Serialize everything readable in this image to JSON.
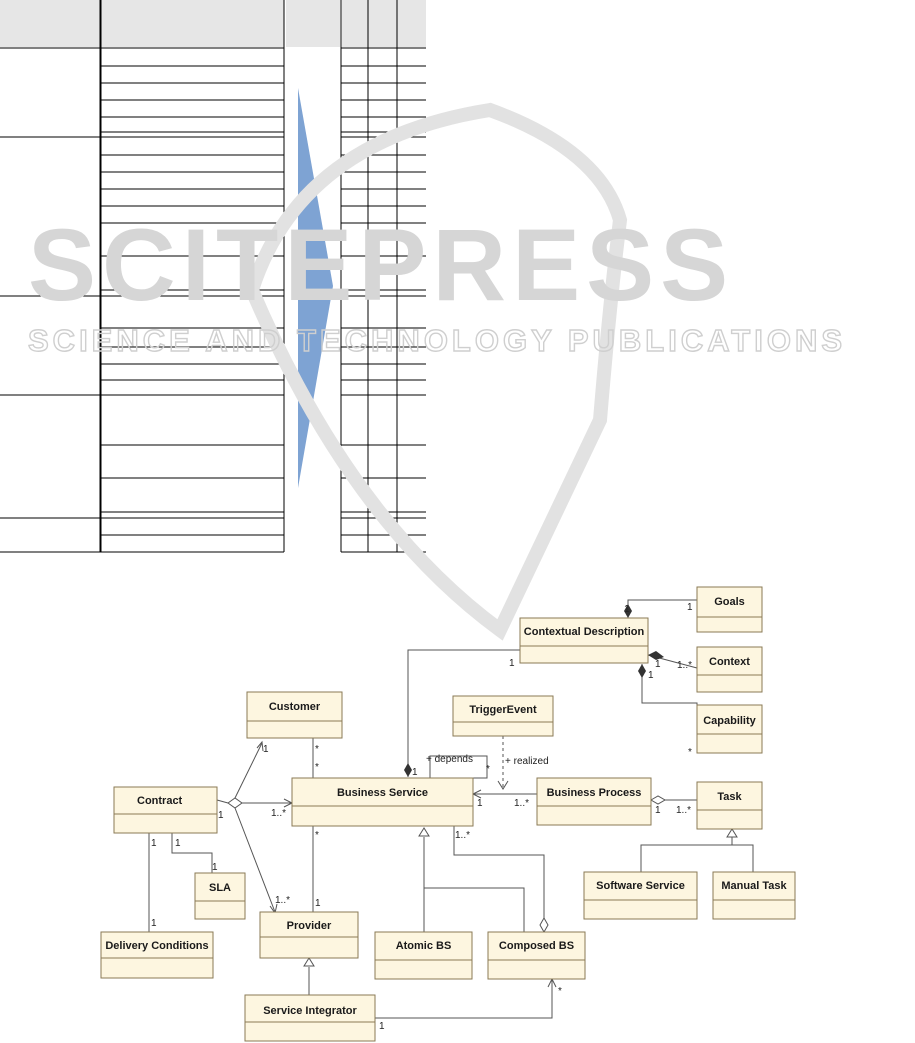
{
  "watermark": {
    "main": "SCITEPRESS",
    "sub": "SCIENCE AND TECHNOLOGY PUBLICATIONS"
  },
  "colors": {
    "class_fill": "#fdf6e0",
    "class_stroke": "#8a7a55",
    "arrow_fill": "#7ea3d3",
    "header_fill": "#e6e6e6"
  },
  "diagram": {
    "classes": {
      "goals": "Goals",
      "contextual_description": "Contextual Description",
      "context": "Context",
      "capability": "Capability",
      "customer": "Customer",
      "trigger_event": "TriggerEvent",
      "contract": "Contract",
      "business_service": "Business Service",
      "business_process": "Business Process",
      "task": "Task",
      "software_service": "Software Service",
      "manual_task": "Manual Task",
      "sla": "SLA",
      "provider": "Provider",
      "atomic_bs": "Atomic BS",
      "composed_bs": "Composed BS",
      "delivery_conditions": "Delivery Conditions",
      "service_integrator": "Service Integrator"
    },
    "labels": {
      "depends": "+ depends",
      "realized": "+ realized",
      "one": "1",
      "many": "*",
      "one_many": "1..*"
    }
  }
}
